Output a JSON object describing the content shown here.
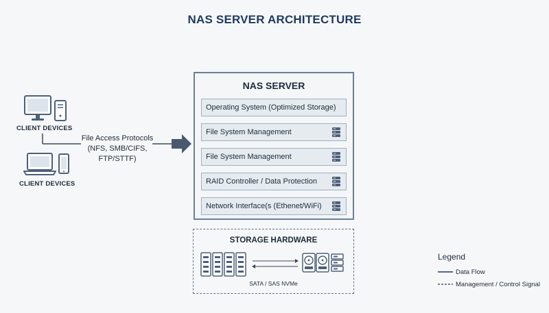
{
  "title": "NAS SERVER ARCHITECTURE",
  "clients": {
    "desktop_label": "CLIENT DEVICES",
    "mobile_label": "CLIENT DEVICES"
  },
  "protocols": {
    "line1": "File Access Protocols",
    "line2": "(NFS, SMB/CIFS, FTP/STTF)"
  },
  "nas": {
    "title": "NAS SERVER",
    "layers": [
      {
        "label": "Operating System (Optimized Storage)",
        "icon": "server-stack-icon",
        "has_icon": false
      },
      {
        "label": "File System Management",
        "icon": "server-stack-icon",
        "has_icon": true
      },
      {
        "label": "File System Management",
        "icon": "server-stack-icon",
        "has_icon": true
      },
      {
        "label": "RAID Controller / Data Protection",
        "icon": "server-stack-icon",
        "has_icon": true
      },
      {
        "label": "Network Interface(s (Ethenet/WiFi)",
        "icon": "server-stack-icon",
        "has_icon": true
      }
    ]
  },
  "storage": {
    "title": "STORAGE HARDWARE",
    "interface_label": "SATA / SAS NVMe"
  },
  "legend": {
    "title": "Legend",
    "items": [
      {
        "style": "solid",
        "label": "Data Flow"
      },
      {
        "style": "dashed",
        "label": "Management / Control Signal"
      }
    ]
  },
  "colors": {
    "title": "#1f3a5f",
    "border": "#6d7f95",
    "arrow": "#4a5a6e",
    "icon": "#4d6079"
  }
}
